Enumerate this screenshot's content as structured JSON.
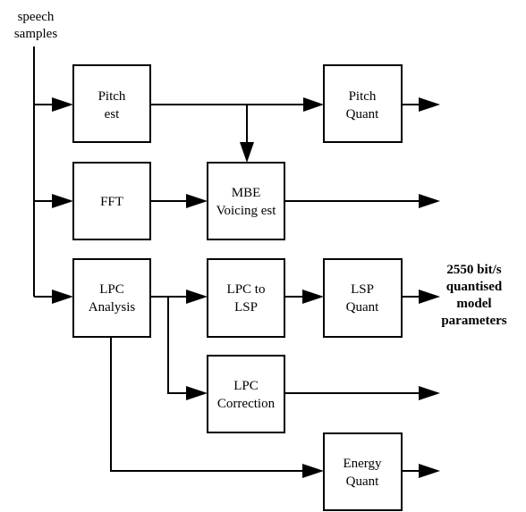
{
  "input_label": [
    "speech",
    "samples"
  ],
  "output_label": [
    "2550 bit/s",
    "quantised",
    "model",
    "parameters"
  ],
  "blocks": {
    "pitch_est": [
      "Pitch",
      "est"
    ],
    "pitch_quant": [
      "Pitch",
      "Quant"
    ],
    "fft": [
      "FFT"
    ],
    "mbe_voicing": [
      "MBE",
      "Voicing est"
    ],
    "lpc_analysis": [
      "LPC",
      "Analysis"
    ],
    "lpc_to_lsp": [
      "LPC to",
      "LSP"
    ],
    "lsp_quant": [
      "LSP",
      "Quant"
    ],
    "lpc_correction": [
      "LPC",
      "Correction"
    ],
    "energy_quant": [
      "Energy",
      "Quant"
    ]
  }
}
